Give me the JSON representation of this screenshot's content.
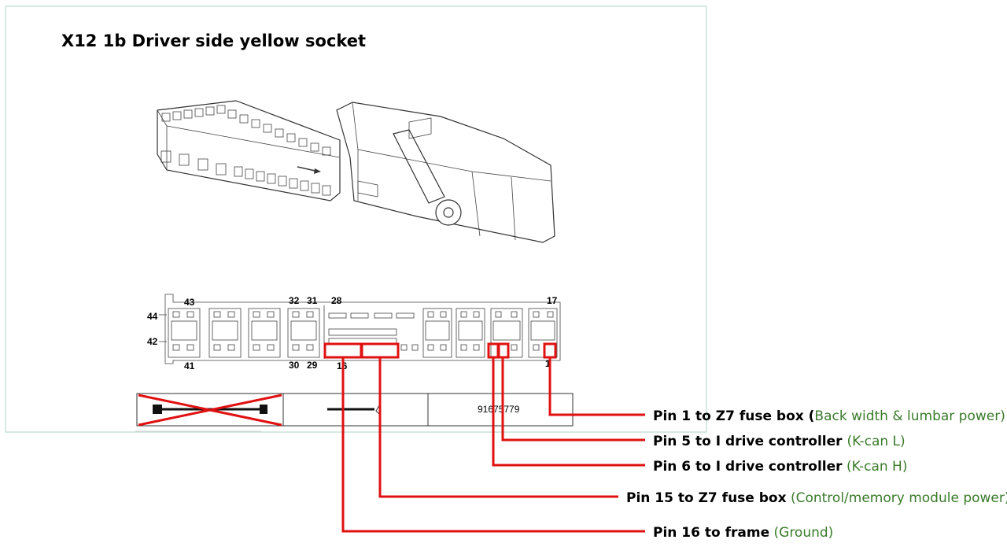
{
  "title": "X12 1b Driver side yellow socket",
  "pin_numbers": {
    "top_43": "43",
    "top_32": "32",
    "top_31": "31",
    "top_28": "28",
    "top_17": "17",
    "left_44": "44",
    "left_42": "42",
    "bottom_41": "41",
    "bottom_30": "30",
    "bottom_29": "29",
    "bottom_16": "16",
    "bottom_1": "1"
  },
  "part_number": "91675779",
  "colors": {
    "highlight": "#e01010",
    "note_text": "#3a7a2a"
  },
  "annotations": [
    {
      "main": "Pin 1 to Z7 fuse box (",
      "note": "Back width & lumbar power)"
    },
    {
      "main": "Pin 5 to I drive controller ",
      "note": " (K-can L)"
    },
    {
      "main": "Pin 6 to I drive controller",
      "note": " (K-can H)"
    },
    {
      "main": "Pin 15 to Z7 fuse box",
      "note": " (Control/memory module power)"
    },
    {
      "main": "Pin 16 to frame",
      "note": " (Ground)"
    }
  ]
}
